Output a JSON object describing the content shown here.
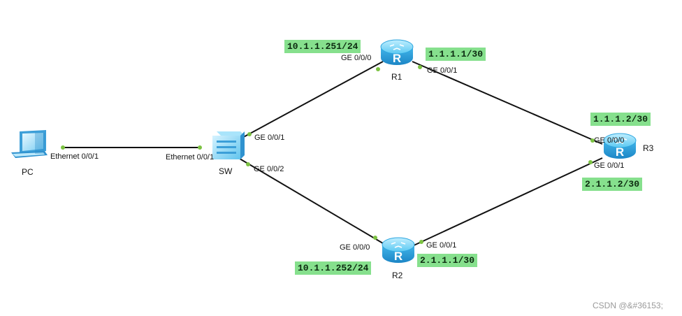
{
  "devices": {
    "pc": {
      "name": "PC"
    },
    "sw": {
      "name": "SW"
    },
    "r1": {
      "name": "R1"
    },
    "r2": {
      "name": "R2"
    },
    "r3": {
      "name": "R3"
    }
  },
  "interfaces": {
    "pc_eth": "Ethernet 0/0/1",
    "sw_eth": "Ethernet 0/0/1",
    "sw_ge1": "GE 0/0/1",
    "sw_ge2": "GE 0/0/2",
    "r1_ge0": "GE 0/0/0",
    "r1_ge1": "GE 0/0/1",
    "r2_ge0": "GE 0/0/0",
    "r2_ge1": "GE 0/0/1",
    "r3_ge0": "GE 0/0/0",
    "r3_ge1": "GE 0/0/1"
  },
  "ips": {
    "r1_g0": "10.1.1.251/24",
    "r1_g1": "1.1.1.1/30",
    "r3_g0": "1.1.1.2/30",
    "r3_g1": "2.1.1.2/30",
    "r2_g0": "10.1.1.252/24",
    "r2_g1": "2.1.1.1/30"
  },
  "colors": {
    "link": "#111111",
    "port_dot": "#7cc242",
    "ip_highlight": "#86e08d",
    "router_body": "#4ec3f0",
    "pc_body": "#5ab8ec",
    "switch_body": "#5dc0ee"
  },
  "watermark": "CSDN @&#36153;"
}
